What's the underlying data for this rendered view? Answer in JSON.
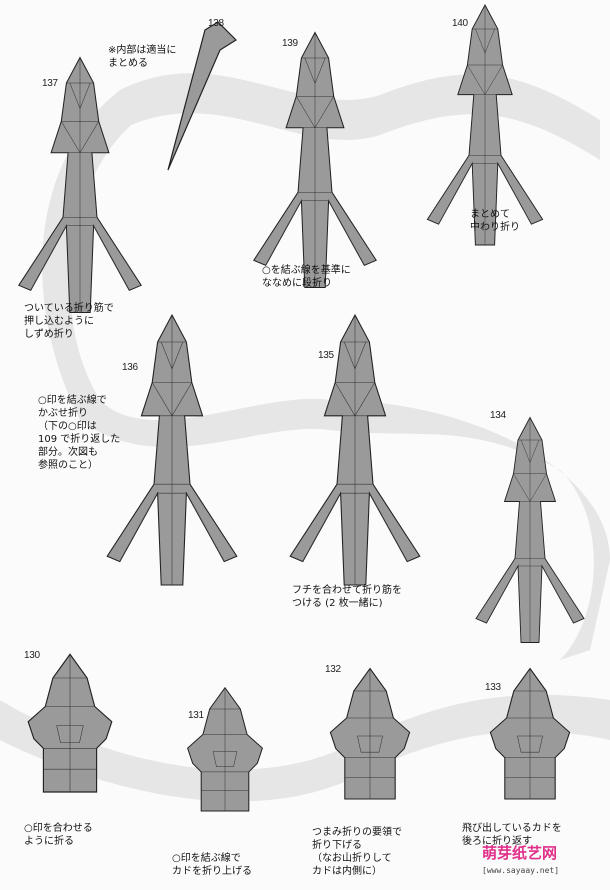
{
  "steps": [
    {
      "num": "137",
      "caption": [
        "ついている折り筋で",
        "押し込むように",
        "しずめ折り"
      ]
    },
    {
      "num": "138",
      "caption": [
        "※内部は適当に",
        "まとめる"
      ]
    },
    {
      "num": "139",
      "caption": [
        "○を結ぶ線を基準に",
        "ななめに段折り"
      ]
    },
    {
      "num": "140",
      "caption": [
        "まとめて",
        "中わり折り"
      ]
    },
    {
      "num": "136",
      "caption": [
        "○印を結ぶ線で",
        "かぶせ折り",
        "（下の○印は",
        "109 で折り返した",
        "部分。次図も",
        "参照のこと）"
      ]
    },
    {
      "num": "135",
      "caption": [
        "フチを合わせて折り筋を",
        "つける (2 枚一緒に)"
      ]
    },
    {
      "num": "134",
      "caption": []
    },
    {
      "num": "130",
      "caption": [
        "○印を合わせる",
        "ように折る"
      ]
    },
    {
      "num": "131",
      "caption": [
        "○印を結ぶ線で",
        "カドを折り上げる"
      ]
    },
    {
      "num": "132",
      "caption": [
        "つまみ折りの要領で",
        "折り下げる",
        "（なお山折りして",
        "カドは内側に）"
      ]
    },
    {
      "num": "133",
      "caption": [
        "飛び出しているカドを",
        "後ろに折り返す"
      ]
    }
  ],
  "watermark": {
    "brand": "萌芽纸艺网",
    "url": "[www.sayaay.net]"
  },
  "colors": {
    "paper": "#9a9a9a",
    "band": "#e6e6e6",
    "line": "#222222",
    "brand": "#e0308a"
  }
}
